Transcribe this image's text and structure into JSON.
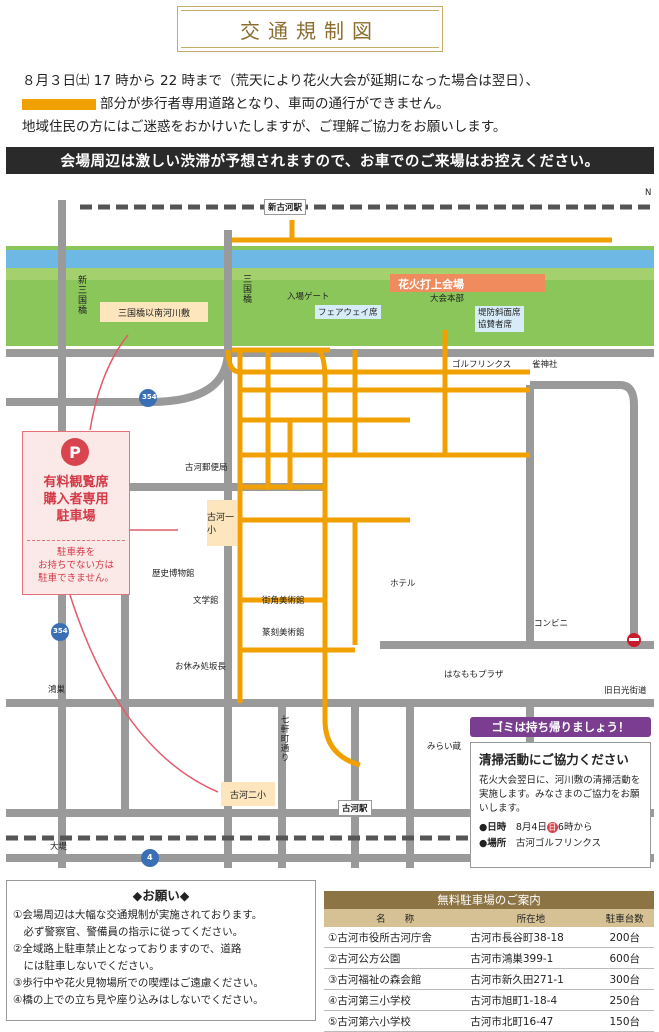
{
  "title": "交通規制図",
  "intro": {
    "line1": "８月３日㈯ 17 時から 22 時まで（荒天により花火大会が延期になった場合は翌日）、",
    "line2": "部分が歩行者専用道路となり、車両の通行ができません。",
    "line3": "地域住民の方にはご迷惑をおかけいたしますが、ご理解ご協力をお願いします。"
  },
  "banner": "会場周辺は激しい渋滞が予想されますので、お車でのご来場はお控えください。",
  "map": {
    "north": "N",
    "stations": [
      "新古河駅",
      "古河駅"
    ],
    "bridges": [
      "新三国橋",
      "三国橋"
    ],
    "venue": "花火打上会場",
    "places": {
      "gate": "入場ゲート",
      "fairway": "フェアウェイ席",
      "hq": "大会本部",
      "sponsor": "堤防斜面席\n協賛者席",
      "golflinks": "ゴルフリンクス",
      "suzume": "雀神社",
      "mikuni_kasen": "三国橋以南河川敷",
      "post": "古河郵便局",
      "school1": "古河一小",
      "history": "歴史博物館",
      "bungaku": "文学館",
      "machikado": "街角美術館",
      "tenkoku": "篆刻美術館",
      "hotel": "ホテル",
      "conbini": "コンビニ",
      "oyasumi": "お休み処坂長",
      "hanamomo": "はなももプラザ",
      "nikko": "旧日光街道",
      "konosu": "鴻巣",
      "shichiken": "七軒町通り",
      "mirai": "みらい蔵",
      "school2": "古河二小",
      "daiba": "大堤"
    },
    "routes": [
      "354",
      "354",
      "4"
    ]
  },
  "parking_info": {
    "icon": "P",
    "title": "有料観覧席\n購入者専用\n駐車場",
    "note": "駐車券を\nお持ちでない方は\n駐車できません。"
  },
  "gomi": "ゴミは持ち帰りましょう！",
  "cleanup": {
    "heading": "清掃活動にご協力ください",
    "text": "花火大会翌日に、河川敷の清掃活動を実施します。みなさまのご協力をお願いします。",
    "date_label": "●日時",
    "date_value_pre": "8月4日",
    "date_day": "日",
    "date_value_post": "6時から",
    "place_label": "●場所",
    "place_value": "古河ゴルフリンクス"
  },
  "request": {
    "heading": "◆お願い◆",
    "items": [
      "①会場周辺は大幅な交通規制が実施されております。",
      "　必ず警察官、警備員の指示に従ってください。",
      "②全域路上駐車禁止となっておりますので、道路",
      "　には駐車しないでください。",
      "③歩行中や花火見物場所での喫煙はご遠慮ください。",
      "④橋の上での立ち見や座り込みはしないでください。"
    ]
  },
  "free_parking": {
    "title": "無料駐車場のご案内",
    "headers": [
      "名　　称",
      "所在地",
      "駐車台数"
    ],
    "rows": [
      [
        "①古河市役所古河庁舎",
        "古河市長谷町38-18",
        "200台"
      ],
      [
        "②古河公方公園",
        "古河市鴻巣399-1",
        "600台"
      ],
      [
        "③古河福祉の森会館",
        "古河市新久田271-1",
        "300台"
      ],
      [
        "④古河第三小学校",
        "古河市旭町1-18-4",
        "250台"
      ],
      [
        "⑤古河第六小学校",
        "古河市北町16-47",
        "150台"
      ]
    ]
  },
  "colors": {
    "closed_road": "#f0a000",
    "river": "#6db8e4",
    "green": "#8ac65a",
    "road": "#9a9a9a",
    "parking_accent": "#d43a47",
    "gomi": "#7b3d8f"
  }
}
